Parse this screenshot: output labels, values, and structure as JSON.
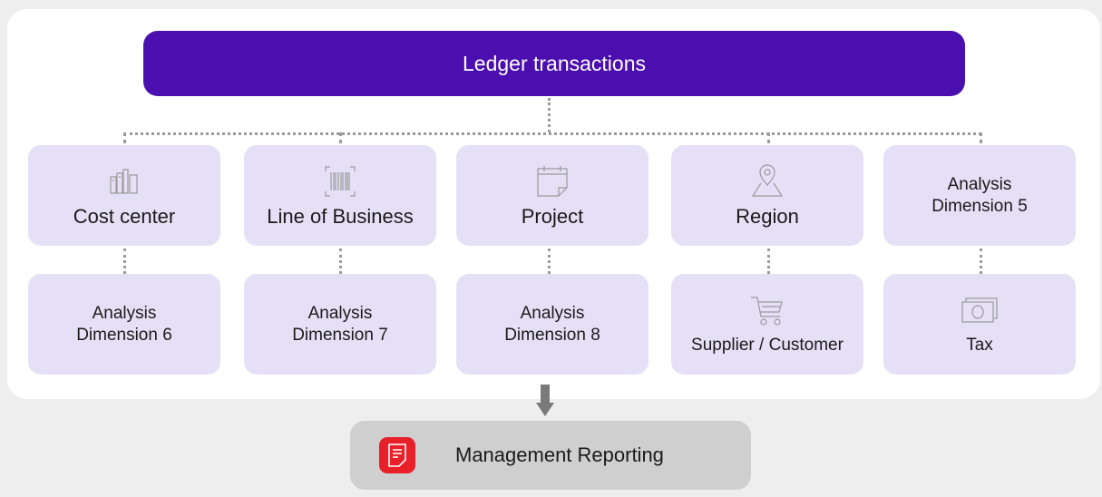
{
  "diagram": {
    "top": {
      "label": "Ledger transactions"
    },
    "dimensions_row1": [
      {
        "label": "Cost center",
        "icon": "books-icon"
      },
      {
        "label": "Line of Business",
        "icon": "barcode-icon"
      },
      {
        "label": "Project",
        "icon": "calendar-icon"
      },
      {
        "label": "Region",
        "icon": "map-pin-icon"
      },
      {
        "label_line1": "Analysis",
        "label_line2": "Dimension 5"
      }
    ],
    "dimensions_row2": [
      {
        "label_line1": "Analysis",
        "label_line2": "Dimension 6"
      },
      {
        "label_line1": "Analysis",
        "label_line2": "Dimension 7"
      },
      {
        "label_line1": "Analysis",
        "label_line2": "Dimension 8"
      },
      {
        "label": "Supplier / Customer",
        "icon": "shopping-cart-icon"
      },
      {
        "label": "Tax",
        "icon": "banknote-icon"
      }
    ],
    "output": {
      "label": "Management Reporting",
      "icon": "report-document-icon"
    },
    "colors": {
      "top_bar": "#4b0fb0",
      "card": "#e6e0f7",
      "output_box": "#cfcfcf",
      "report_badge": "#e8202a",
      "connector": "#9a9a9a"
    }
  }
}
